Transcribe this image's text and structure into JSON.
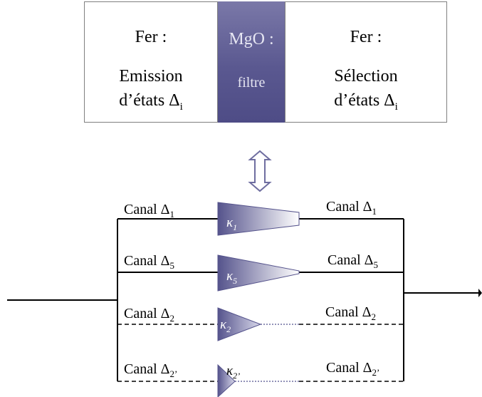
{
  "top": {
    "left": {
      "title": "Fer :",
      "line1": "Emission",
      "line2_prefix": "d’états Δ",
      "line2_sub": "i"
    },
    "middle": {
      "title": "MgO :",
      "line1": "filtre"
    },
    "right": {
      "title": "Fer :",
      "line1": "Sélection",
      "line2_prefix": "d’états Δ",
      "line2_sub": "i"
    }
  },
  "channels": [
    {
      "left_label": "Canal Δ",
      "left_sub": "1",
      "right_label": "Canal Δ",
      "right_sub": "1",
      "kappa": "κ",
      "kappa_sub": "1",
      "line": "solid"
    },
    {
      "left_label": "Canal Δ",
      "left_sub": "5",
      "right_label": "Canal Δ",
      "right_sub": "5",
      "kappa": "κ",
      "kappa_sub": "5",
      "line": "solid"
    },
    {
      "left_label": "Canal Δ",
      "left_sub": "2",
      "right_label": "Canal Δ",
      "right_sub": "2",
      "kappa": "κ",
      "kappa_sub": "2",
      "line": "dashed"
    },
    {
      "left_label": "Canal Δ",
      "left_sub": "2’",
      "right_label": "Canal Δ",
      "right_sub": "2’",
      "kappa": "κ",
      "kappa_sub": "2’",
      "line": "dashed"
    }
  ],
  "colors": {
    "filter": "#5a5890",
    "funnel_dark": "#55538c",
    "funnel_light": "#ffffff",
    "arrow": "#6f6ea0"
  }
}
